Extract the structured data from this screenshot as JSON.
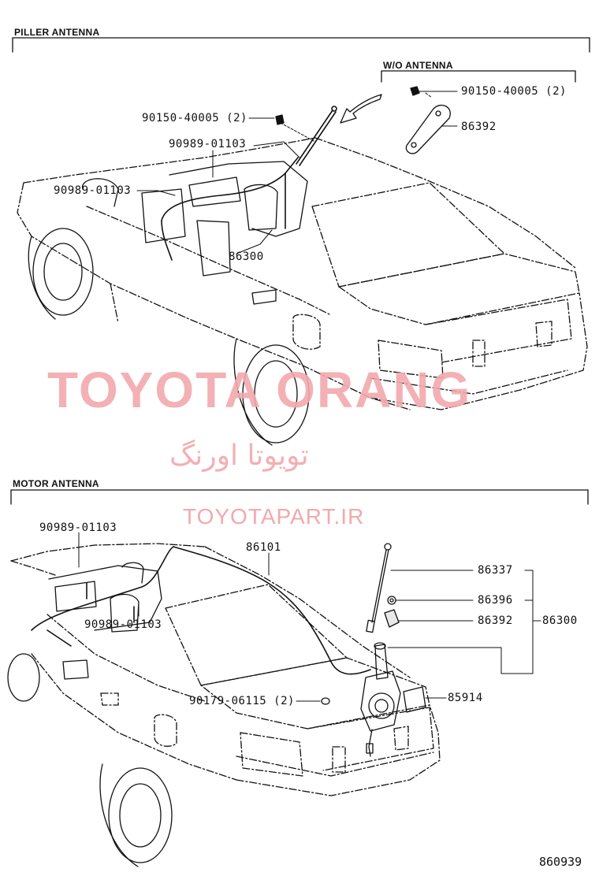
{
  "sections": {
    "pillar": {
      "title": "PILLER ANTENNA",
      "subsection": "W/O ANTENNA",
      "labels": {
        "bolt_wo": "90150-40005 (2)",
        "bracket_wo": "86392",
        "bolt_main": "90150-40005 (2)",
        "clamp_top": "90989-01103",
        "clamp_left": "90989-01103",
        "antenna_assy": "86300"
      }
    },
    "motor": {
      "title": "MOTOR ANTENNA",
      "labels": {
        "clamp_left": "90989-01103",
        "cord": "86101",
        "clamp_mid": "90989-01103",
        "rod": "86337",
        "nut": "86396",
        "bracket": "86392",
        "assy": "86300",
        "bolt": "90179-06115 (2)",
        "relay": "85914"
      }
    }
  },
  "watermark": {
    "brand": "TOYOTA ORANG",
    "brand_fa": "تويوتا اورنگ",
    "url": "TOYOTAPART.IR"
  },
  "document_number": "860939"
}
